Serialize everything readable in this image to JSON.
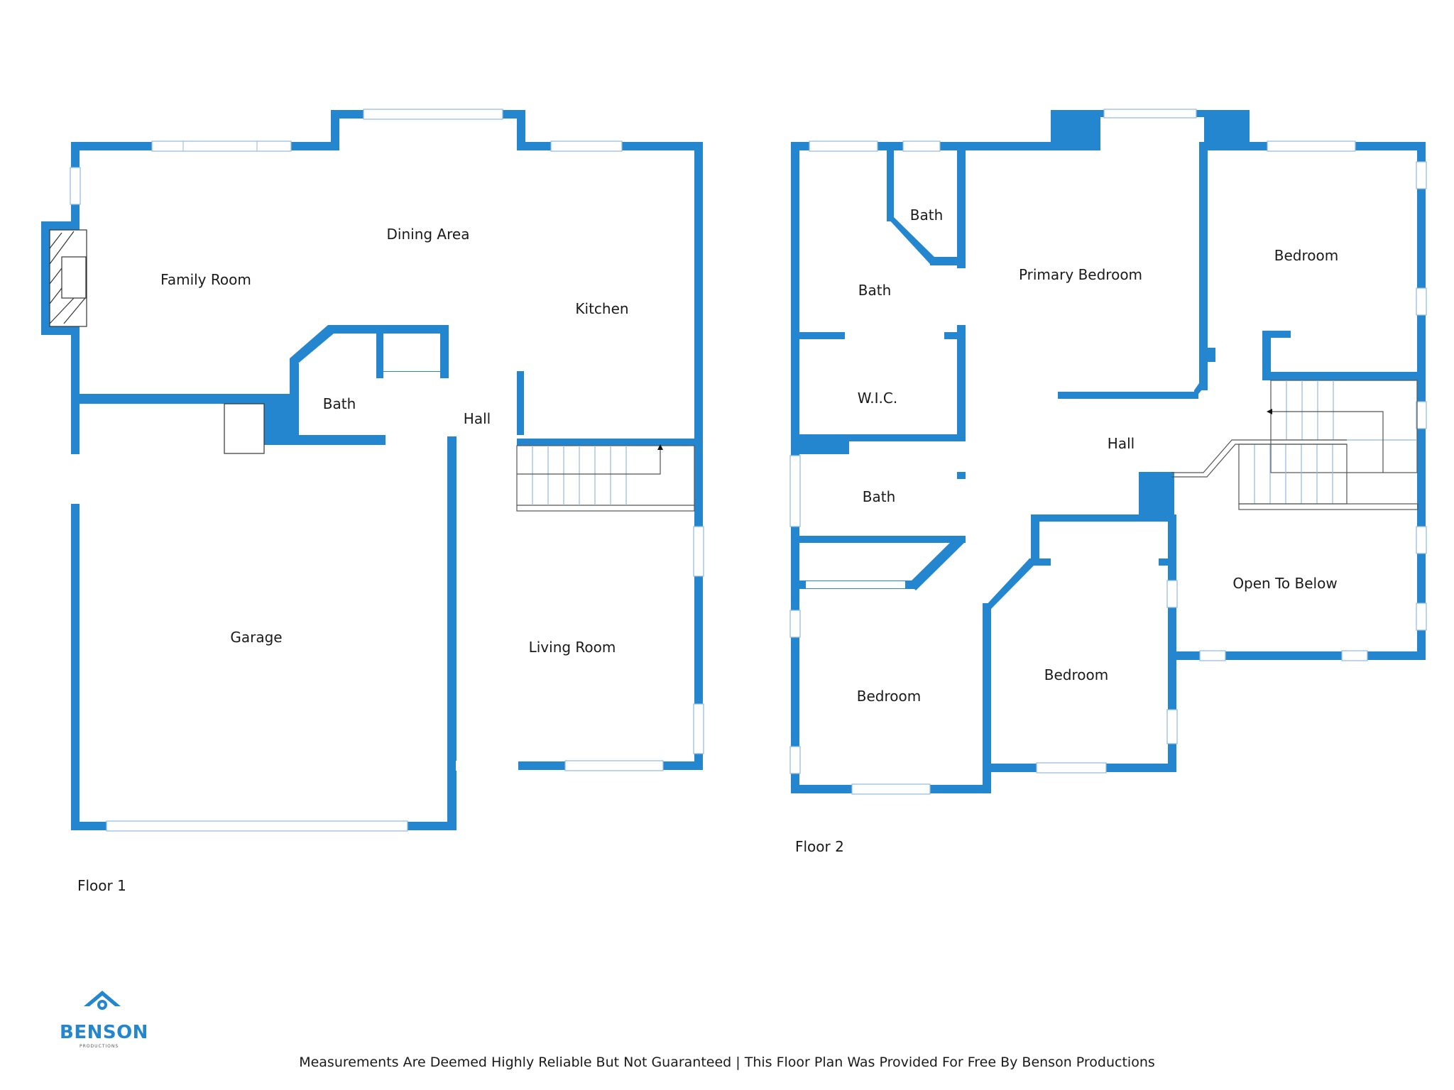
{
  "floor1": {
    "title": "Floor 1",
    "rooms": {
      "family_room": "Family Room",
      "dining_area": "Dining Area",
      "kitchen": "Kitchen",
      "bath": "Bath",
      "hall": "Hall",
      "garage": "Garage",
      "living_room": "Living Room"
    }
  },
  "floor2": {
    "title": "Floor 2",
    "rooms": {
      "bath_small": "Bath",
      "bath_left": "Bath",
      "primary_bedroom": "Primary Bedroom",
      "bedroom_top_right": "Bedroom",
      "wic": "W.I.C.",
      "hall": "Hall",
      "bath_middle": "Bath",
      "open_to_below": "Open To Below",
      "bedroom_bottom_left": "Bedroom",
      "bedroom_bottom_middle": "Bedroom"
    }
  },
  "footer": {
    "disclaimer": "Measurements Are Deemed Highly Reliable But Not Guaranteed | This Floor Plan Was Provided For Free By Benson Productions"
  },
  "logo": {
    "name": "BENSON",
    "sub": "PRODUCTIONS",
    "icon": "house-camera-logo-icon"
  },
  "colors": {
    "wall": "#2386cf",
    "window": "#8fb9dc",
    "text": "#1a1a1a"
  }
}
